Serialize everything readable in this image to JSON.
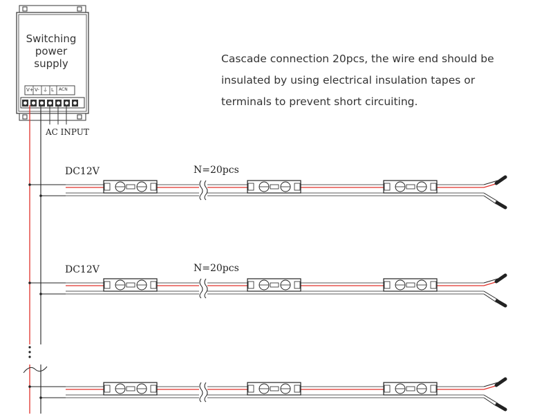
{
  "power_supply": {
    "label": "Switching\npower\nsupply",
    "terminals": [
      "V+",
      "V-",
      "⏚",
      "L",
      "ACN"
    ],
    "input_label": "AC  INPUT"
  },
  "note": "Cascade connection 20pcs, the wire end should be\ninsulated by using electrical insulation tapes or\nterminals to prevent short circuiting.",
  "rows": [
    {
      "voltage_label": "DC12V",
      "count_label": "N=20pcs"
    },
    {
      "voltage_label": "DC12V",
      "count_label": "N=20pcs"
    },
    {
      "voltage_label": "",
      "count_label": ""
    }
  ],
  "colors": {
    "positive_wire": "#e0302a",
    "negative_wire": "#222222",
    "outline": "#333333"
  }
}
